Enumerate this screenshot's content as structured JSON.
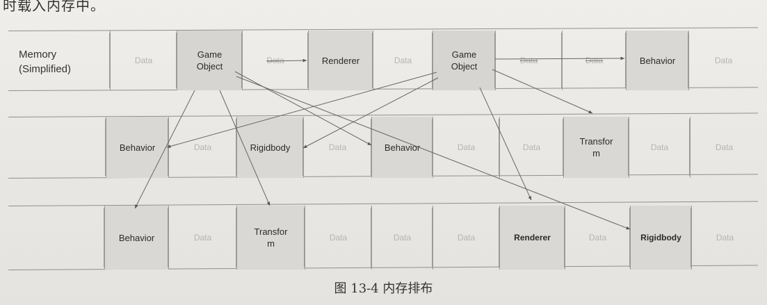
{
  "top_text": "时载入内存中。",
  "memory_label": "Memory\n(Simplified)",
  "caption": "图 13-4 内存排布",
  "row1": [
    {
      "text": "Data",
      "kind": "data"
    },
    {
      "text": "Game\nObject",
      "kind": "obj"
    },
    {
      "text": "Data",
      "kind": "data-strike"
    },
    {
      "text": "Renderer",
      "kind": "comp"
    },
    {
      "text": "Data",
      "kind": "data"
    },
    {
      "text": "Game\nObject",
      "kind": "obj"
    },
    {
      "text": "Data",
      "kind": "data-strike"
    },
    {
      "text": "Data",
      "kind": "data-strike"
    },
    {
      "text": "Behavior",
      "kind": "comp"
    },
    {
      "text": "Data",
      "kind": "data"
    }
  ],
  "row2": [
    {
      "text": "Behavior",
      "kind": "comp"
    },
    {
      "text": "Data",
      "kind": "data"
    },
    {
      "text": "Rigidbody",
      "kind": "comp"
    },
    {
      "text": "Data",
      "kind": "data"
    },
    {
      "text": "Behavior",
      "kind": "comp"
    },
    {
      "text": "Data",
      "kind": "data"
    },
    {
      "text": "Data",
      "kind": "data"
    },
    {
      "text": "Transfor\nm",
      "kind": "comp"
    },
    {
      "text": "Data",
      "kind": "data"
    },
    {
      "text": "Data",
      "kind": "data"
    }
  ],
  "row3": [
    {
      "text": "Behavior",
      "kind": "comp"
    },
    {
      "text": "Data",
      "kind": "data"
    },
    {
      "text": "Transfor\nm",
      "kind": "comp"
    },
    {
      "text": "Data",
      "kind": "data"
    },
    {
      "text": "Data",
      "kind": "data"
    },
    {
      "text": "Data",
      "kind": "data"
    },
    {
      "text": "Renderer",
      "kind": "comp-bold"
    },
    {
      "text": "Data",
      "kind": "data"
    },
    {
      "text": "Rigidbody",
      "kind": "comp-bold"
    },
    {
      "text": "Data",
      "kind": "data"
    }
  ]
}
